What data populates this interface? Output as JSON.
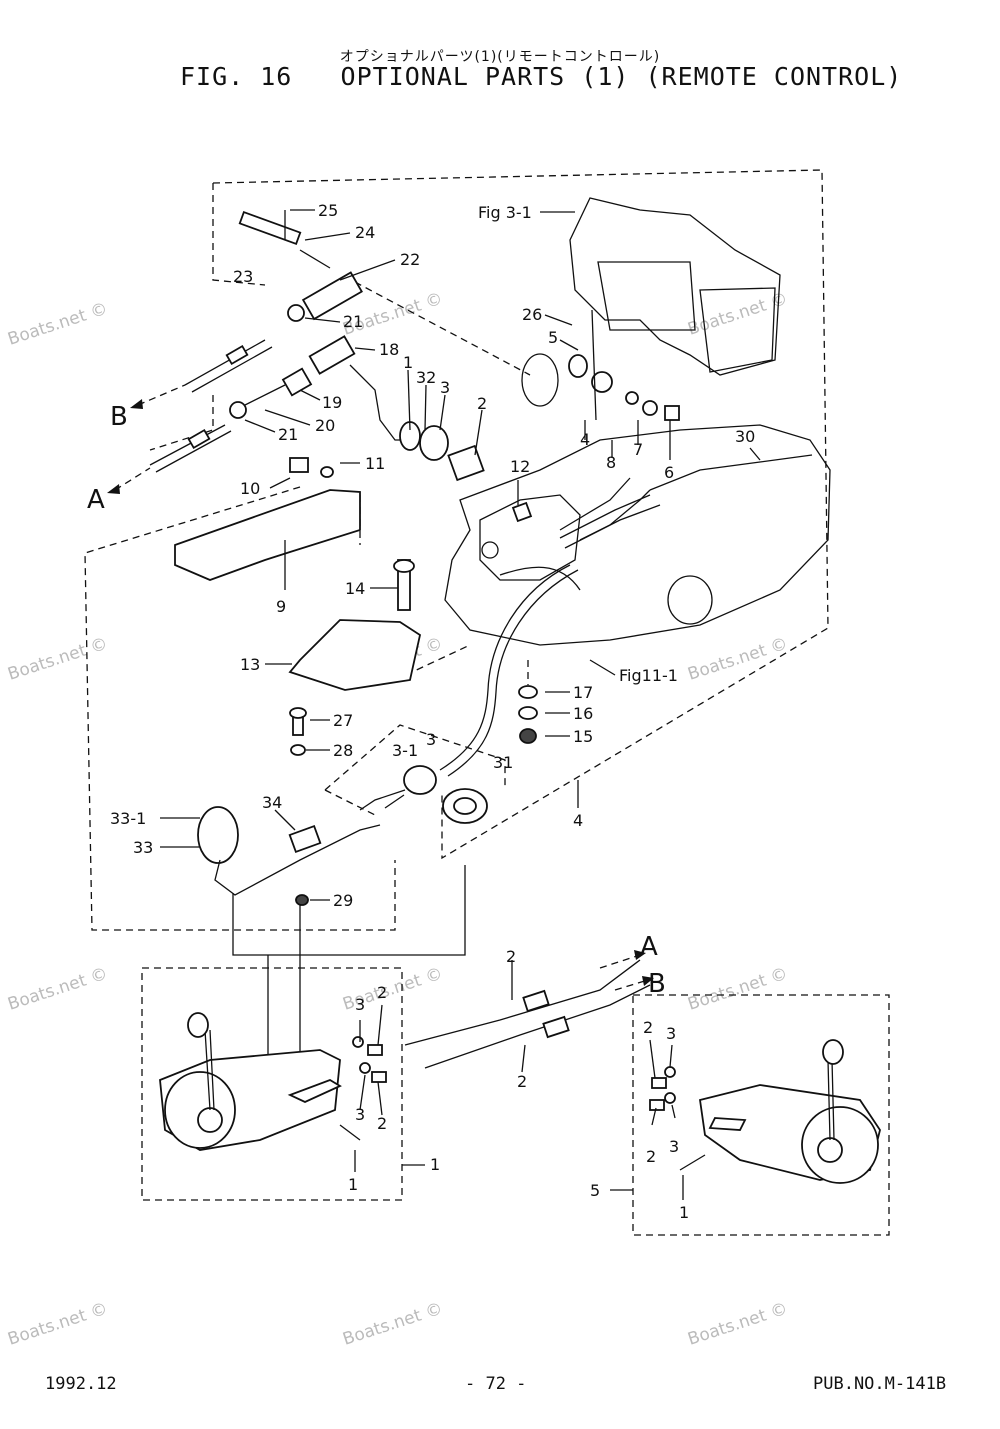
{
  "header": {
    "japanese_title": "オプショナルパーツ(1)(リモートコントロール)",
    "figure_title": "FIG. 16   OPTIONAL PARTS (1) (REMOTE CONTROL)"
  },
  "callouts": {
    "c25": "25",
    "c24": "24",
    "c23": "23",
    "c22": "22",
    "c21a": "21",
    "c21b": "21",
    "c18": "18",
    "c1": "1",
    "c32": "32",
    "c3": "3",
    "c2": "2",
    "c19": "19",
    "c20": "20",
    "c10": "10",
    "c11": "11",
    "c9": "9",
    "c14": "14",
    "c13": "13",
    "c26": "26",
    "c5": "5",
    "c4a": "4",
    "c8": "8",
    "c7": "7",
    "c6": "6",
    "c30": "30",
    "c12": "12",
    "fig3": "Fig 3-1",
    "fig11": "Fig11-1",
    "c17": "17",
    "c16": "16",
    "c15": "15",
    "c27": "27",
    "c28": "28",
    "c3_1": "3-1",
    "c3b": "3",
    "c31": "31",
    "c4b": "4",
    "c33_1": "33-1",
    "c33": "33",
    "c34": "34",
    "c29": "29",
    "arrowA1": "A",
    "arrowB1": "B",
    "arrowA2": "A",
    "arrowB2": "B",
    "l2top": "2",
    "l2bot": "2",
    "l3a": "3",
    "l2a": "2",
    "l3b": "3",
    "l2b": "2",
    "l1a": "1",
    "l1box": "1",
    "r2a": "2",
    "r3a": "3",
    "r2b": "2",
    "r3b": "3",
    "r1": "1",
    "r5": "5"
  },
  "watermark": "Boats.net ©",
  "footer": {
    "date": "1992.12",
    "page": "- 72 -",
    "pub": "PUB.NO.M-141B"
  }
}
